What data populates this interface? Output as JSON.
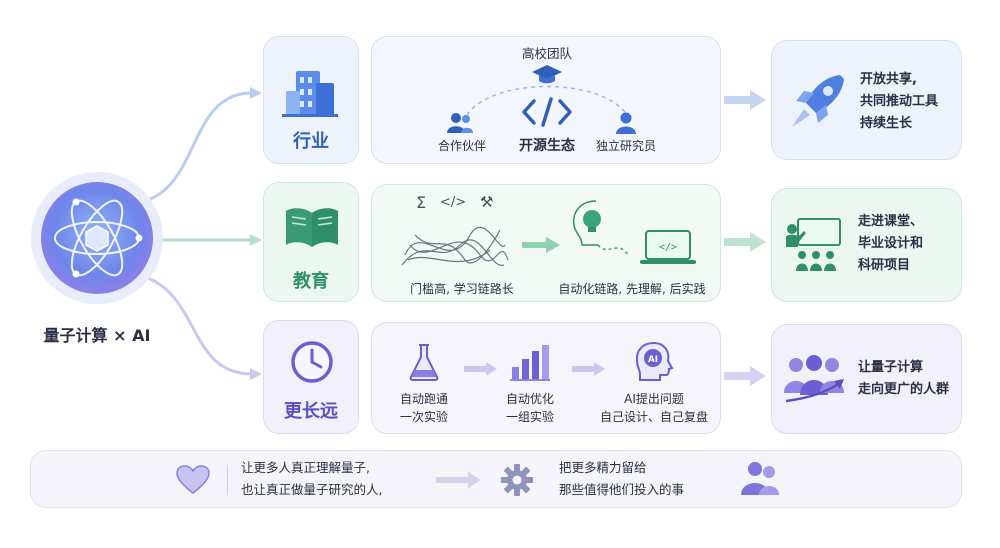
{
  "center": {
    "title": "量子计算 × AI"
  },
  "rows": {
    "industry": {
      "label": "行业",
      "team_label": "高校团队",
      "partner_label": "合作伙伴",
      "ecosystem_label": "开源生态",
      "researcher_label": "独立研究员",
      "outcome": [
        "开放共享,",
        "共同推动工具",
        "持续生长"
      ]
    },
    "education": {
      "label": "教育",
      "barrier_label": "门槛高, 学习链路长",
      "auto_label": "自动化链路, 先理解, 后实践",
      "outcome": [
        "走进课堂、",
        "毕业设计和",
        "科研项目"
      ]
    },
    "longer": {
      "label": "更长远",
      "step1": [
        "自动跑通",
        "一次实验"
      ],
      "step2": [
        "自动优化",
        "一组实验"
      ],
      "step3": [
        "AI提出问题",
        "自己设计、自己复盘"
      ],
      "outcome": [
        "让量子计算",
        "走向更广的人群"
      ]
    }
  },
  "bottom": {
    "left_text": [
      "让更多人真正理解量子,",
      "也让真正做量子研究的人,"
    ],
    "right_text": [
      "把更多精力留给",
      "那些值得他们投入的事"
    ]
  },
  "icons": [
    "atom-icon",
    "building-icon",
    "book-icon",
    "clock-icon",
    "graduation-cap-icon",
    "code-icon",
    "users-icon",
    "user-icon",
    "rocket-icon",
    "sigma-icon",
    "wrench-icon",
    "lightbulb-icon",
    "laptop-icon",
    "classroom-icon",
    "flask-icon",
    "bar-chart-icon",
    "ai-head-icon",
    "people-growth-icon",
    "heart-icon",
    "gear-icon",
    "people-icon"
  ],
  "colors": {
    "blue": "#3f6fd8",
    "green": "#2e8f6a",
    "purple": "#6b5fd1",
    "gray": "#9aa3c0"
  }
}
